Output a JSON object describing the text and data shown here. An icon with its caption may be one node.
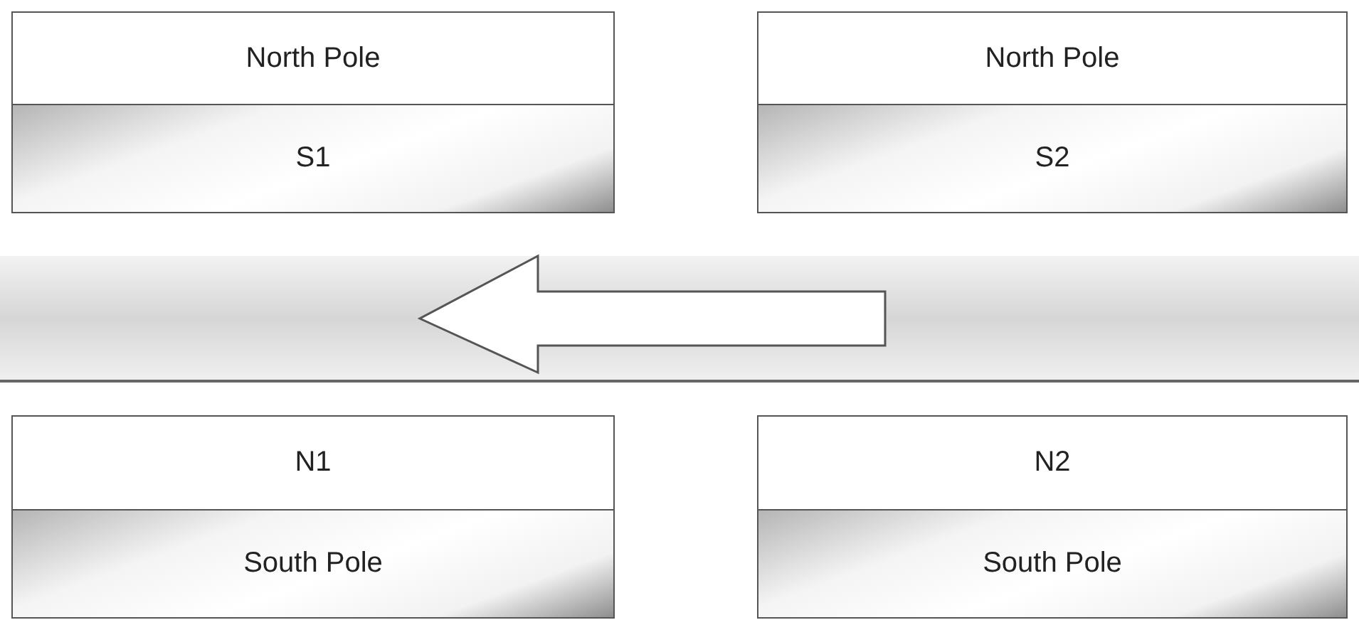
{
  "diagram": {
    "nodes": [
      {
        "text": [
          "North Pole"
        ]
      },
      {
        "text": [
          "North Pole"
        ]
      },
      {
        "text": [
          "S1"
        ]
      },
      {
        "text": [
          "S2"
        ]
      },
      {
        "text": [
          "N1"
        ]
      },
      {
        "text": [
          "N2"
        ]
      },
      {
        "text": [
          "South Pole"
        ]
      },
      {
        "text": [
          "South Pole"
        ]
      }
    ]
  }
}
